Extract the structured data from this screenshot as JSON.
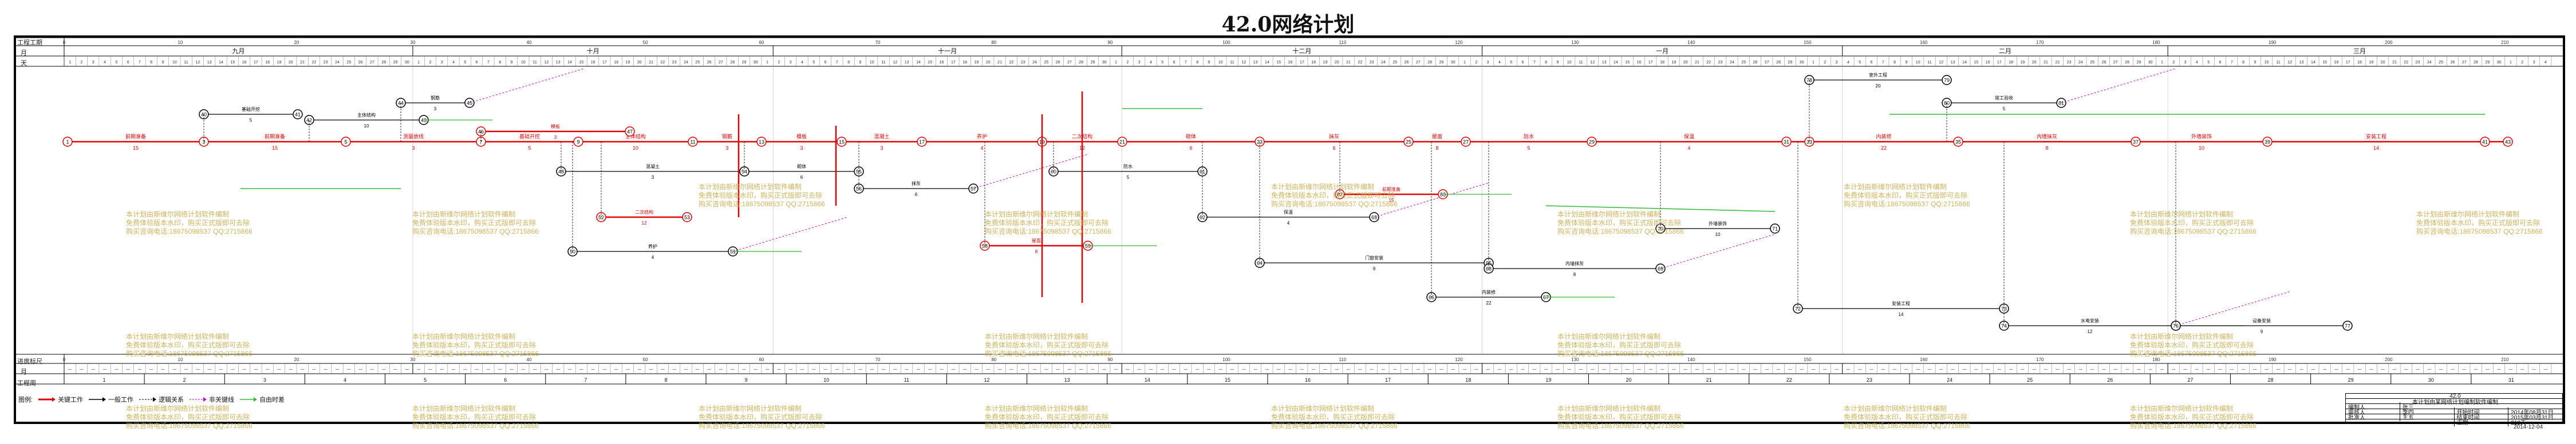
{
  "title": "42.0网络计划",
  "header": {
    "labels": {
      "duration": "工程工期",
      "month": "月",
      "day": "天"
    },
    "months": [
      "九月",
      "十月",
      "十一月",
      "十二月",
      "一月",
      "二月",
      "三月"
    ],
    "day_count": 214
  },
  "footer": {
    "labels": {
      "duration": "进度标尺",
      "month": "月",
      "weeks": "工程周"
    },
    "week_count": 31
  },
  "tasks": [
    {
      "label": "前期准备",
      "type": "critical",
      "duration": "15"
    },
    {
      "label": "前期准备",
      "type": "critical",
      "duration": "15"
    },
    {
      "label": "测量放线",
      "type": "normal",
      "duration": "3"
    },
    {
      "label": "基础开挖",
      "type": "normal",
      "duration": "5"
    },
    {
      "label": "主体结构",
      "type": "critical",
      "duration": "10"
    },
    {
      "label": "钢筋",
      "type": "critical",
      "duration": "3"
    },
    {
      "label": "模板",
      "type": "critical",
      "duration": "3"
    },
    {
      "label": "混凝土",
      "type": "critical",
      "duration": "3"
    },
    {
      "label": "养护",
      "type": "normal",
      "duration": "4"
    },
    {
      "label": "二次结构",
      "type": "critical",
      "duration": "12"
    },
    {
      "label": "砌体",
      "type": "normal",
      "duration": "6"
    },
    {
      "label": "抹灰",
      "type": "normal",
      "duration": "6"
    },
    {
      "label": "屋面",
      "type": "critical",
      "duration": "8"
    },
    {
      "label": "防水",
      "type": "critical",
      "duration": "5"
    },
    {
      "label": "保温",
      "type": "normal",
      "duration": "4"
    },
    {
      "label": "门窗安装",
      "type": "normal",
      "duration": "9"
    },
    {
      "label": "内装修",
      "type": "critical",
      "duration": "22"
    },
    {
      "label": "内墙抹灰",
      "type": "normal",
      "duration": "8"
    },
    {
      "label": "外墙装饰",
      "type": "normal",
      "duration": "10"
    },
    {
      "label": "安装工程",
      "type": "normal",
      "duration": "14"
    },
    {
      "label": "水电安装",
      "type": "normal",
      "duration": "12"
    },
    {
      "label": "设备安装",
      "type": "normal",
      "duration": "9"
    },
    {
      "label": "室外工程",
      "type": "critical",
      "duration": "20"
    },
    {
      "label": "竣工验收",
      "type": "critical",
      "duration": "5"
    }
  ],
  "legend": [
    {
      "label": "关键工作",
      "color": "#e00000"
    },
    {
      "label": "一般工作",
      "color": "#000000"
    },
    {
      "label": "逻辑关系",
      "color": "#000000"
    },
    {
      "label": "非关键线",
      "color": "#cc00cc"
    },
    {
      "label": "自由时差",
      "color": "#33bb33"
    }
  ],
  "watermark": {
    "line1": "本计划由斯维尔网络计划软件编制",
    "line2": "免费体验版本水印，购买正式版即可去除",
    "line3": "购买咨询电话:18675098537 QQ:2715866"
  },
  "title_block": {
    "code": "42.0",
    "project": "本计划由某网络计划编制软件编制",
    "rows": [
      [
        "编制人",
        "张三",
        "",
        ""
      ],
      [
        "审核人",
        "李四",
        "开始时间",
        "2014年08月31日"
      ],
      [
        "批准人",
        "王五",
        "结束时间",
        "2015年03月31日"
      ],
      [
        "",
        "",
        "工期",
        "213天"
      ]
    ],
    "date": "2014-12-04"
  },
  "colors": {
    "critical": "#e00000",
    "normal": "#000000",
    "virtual": "#cc00cc",
    "float": "#33bb33"
  }
}
